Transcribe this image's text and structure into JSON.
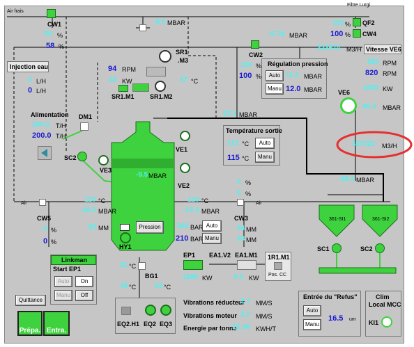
{
  "colors": {
    "running": "#3ed23e",
    "value": "#52f0f0",
    "setpoint": "#1a1ad0",
    "alert_ring": "#e53030",
    "pipe": "#000000"
  },
  "labels": {
    "air_top": "Air frais",
    "filtre": "Filtre Lurgi",
    "mbar": "MBAR",
    "cw1": "CW1",
    "cw1_pct1": "58",
    "cw1_pct2": "58",
    "top_mbar": "-8.5",
    "qf2": "QF2",
    "cw4": "CW4",
    "qf2_pct": "100",
    "cw4_pct": "100",
    "ve_line_mbar": "-5.78",
    "sr1": "SR1",
    ".m3": ".M3",
    "injection_eau": "Injection eau",
    "inj_val1": "0",
    "inj_val2": "0",
    "lh": "L/H",
    "rpm_val": "94",
    "kw_val": "48",
    "rpm": "RPM",
    "kw": "KW",
    "sr1m1": "SR1.M1",
    "sr1m2": "SR1.M2",
    "temp_sr": "67",
    "cw2": "CW2",
    "cw2_pct1": "100",
    "cw2_pct2": "100",
    "regulation": "Régulation pression",
    "reg_val1": "11.8",
    "reg_val2": "12.0",
    "flow_top": "323674",
    "m3h": "M3/H",
    "vitesse_ve6": "Vitesse VE6",
    "ve6_rpm1": "820",
    "ve6_rpm2": "820",
    "ve6_kw": "1080",
    "ve6": "VE6",
    "ve6_mbar": "46.4",
    "alimentation": "Alimentation",
    "alim_val1": "200.2",
    "alim_val2": "200.0",
    "th": "T/H",
    "dm1": "DM1",
    "sc2_left": "SC2",
    "ve3": "VE3",
    "mid_mbar": "62.3",
    "temp_sortie": "Température sortie",
    "ts_val1": "112",
    "ts_val2": "115",
    "ve1": "VE1",
    "ve2": "VE2",
    "flow_ring": "327322",
    "dryer_mbar": "-9.5",
    "right_mbar": "-38.3",
    "air_left": "Air",
    "air_right": "Air",
    "cw5": "CW5",
    "cw5_pct1": "0",
    "cw5_pct2": "0",
    "cw3": "CW3",
    "cw3_pct1": "0",
    "cw3_pct2": "0",
    "t_left": "120",
    "mbar_left": "-10.2",
    "mm_left": "65",
    "t_right": "120",
    "mbar_right": "-13.3",
    "mm_right1": "84",
    "mm_right2": "93",
    "bar_val1": "202",
    "bar_val2": "210",
    "bar": "BAR",
    "mm": "MM",
    "pression": "Pression",
    "hy1": "HY1",
    "silo1": "361-SI1",
    "silo2": "361-SI2",
    "sc1": "SC1",
    "sc2_right": "SC2",
    "linkman": "Linkman",
    "start_ep1": "Start EP1",
    "quittance": "Quittance",
    "prepa": "Prépa.",
    "entra": "Entra.",
    "bg1": "BG1",
    "t_bg": "31",
    "t_bg2": "49",
    "t_bg3": "62",
    "ep1": "EP1",
    "ea1v2": "EA1.V2",
    "ea1m1": "EA1.M1",
    "ep1_kw": "1980",
    "ea1_kw": "0.0",
    "r1m1": "1R1.M1",
    "pos_cc": "Pos. CC",
    "eq2h1": "EQ2.H1",
    "eq2": "EQ2",
    "eq3": "EQ3",
    "vib_red": "Vibrations réducteur",
    "vib_red_val": "2.7",
    "mms": "MM/S",
    "vib_mot": "Vibrations moteur",
    "vib_mot_val": "2.2",
    "energie": "Energie par tonne",
    "energie_val": "13.46",
    "kwht": "KWH/T",
    "entree_refus": "Entrée du \"Refus\"",
    "refus_val": "16.5",
    "um": "um",
    "clim": "Clim",
    "local_mcc": "Local MCC",
    "ki1": "KI1"
  },
  "buttons": {
    "auto": "Auto",
    "manu": "Manu",
    "on": "On",
    "off": "Off",
    "pression": "Pression",
    "quittance": "Quittance"
  },
  "units": {
    "pct": "%",
    "degc": "°C",
    "mbar": "MBAR",
    "lh": "L/H",
    "th": "T/H",
    "rpm": "RPM",
    "kw": "KW",
    "bar": "BAR",
    "mm": "MM",
    "m3h": "M3/H",
    "mms": "MM/S",
    "um": "um"
  },
  "icons": [
    "fan-icon",
    "valve-icon",
    "heat-exchanger-icon",
    "pump-icon",
    "motor-icon",
    "speaker-icon",
    "damper-icon",
    "filter-icon",
    "gear-icon"
  ]
}
